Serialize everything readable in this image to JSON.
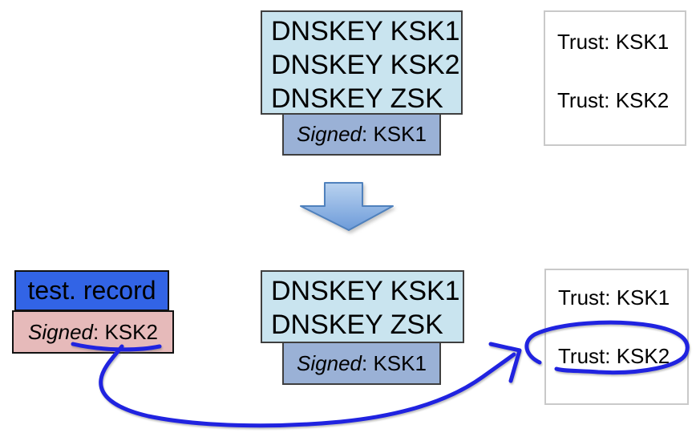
{
  "colors": {
    "pale_blue": "#c9e4ef",
    "medium_blue": "#9ab1d6",
    "bright_blue": "#3264e6",
    "pink": "#e6baba",
    "box_border_dark": "#3f3f3f",
    "box_border_black": "#111111",
    "trust_border": "#c9c9c9",
    "ink_blue": "#2023e0",
    "arrow_fill_top": "#b9d2ef",
    "arrow_fill_bottom": "#6d9bd9",
    "arrow_border": "#4f81bd"
  },
  "top": {
    "dnskey_box": {
      "lines": [
        "DNSKEY KSK1",
        "DNSKEY KSK2",
        "DNSKEY ZSK"
      ]
    },
    "signed_box": {
      "italic": "Signed",
      "rest": ": KSK1"
    },
    "trust_box": {
      "lines": [
        "Trust: KSK1",
        "Trust: KSK2"
      ]
    }
  },
  "bottom": {
    "record_box": {
      "label": "test. record"
    },
    "signed_record_box": {
      "italic": "Signed",
      "rest": ": KSK2"
    },
    "dnskey_box": {
      "lines": [
        "DNSKEY KSK1",
        "DNSKEY ZSK"
      ]
    },
    "signed_box": {
      "italic": "Signed",
      "rest": ": KSK1"
    },
    "trust_box": {
      "lines": [
        "Trust: KSK1",
        "Trust: KSK2"
      ]
    }
  },
  "icons": {
    "block_arrow_down": "down-arrow shape between the two states",
    "hand_drawn_underline": "ink underline below KSK2",
    "hand_drawn_arrow": "ink curved arrow from Signed: KSK2 to Trust: KSK2",
    "hand_drawn_ellipse": "ink ellipse circling Trust: KSK2"
  }
}
